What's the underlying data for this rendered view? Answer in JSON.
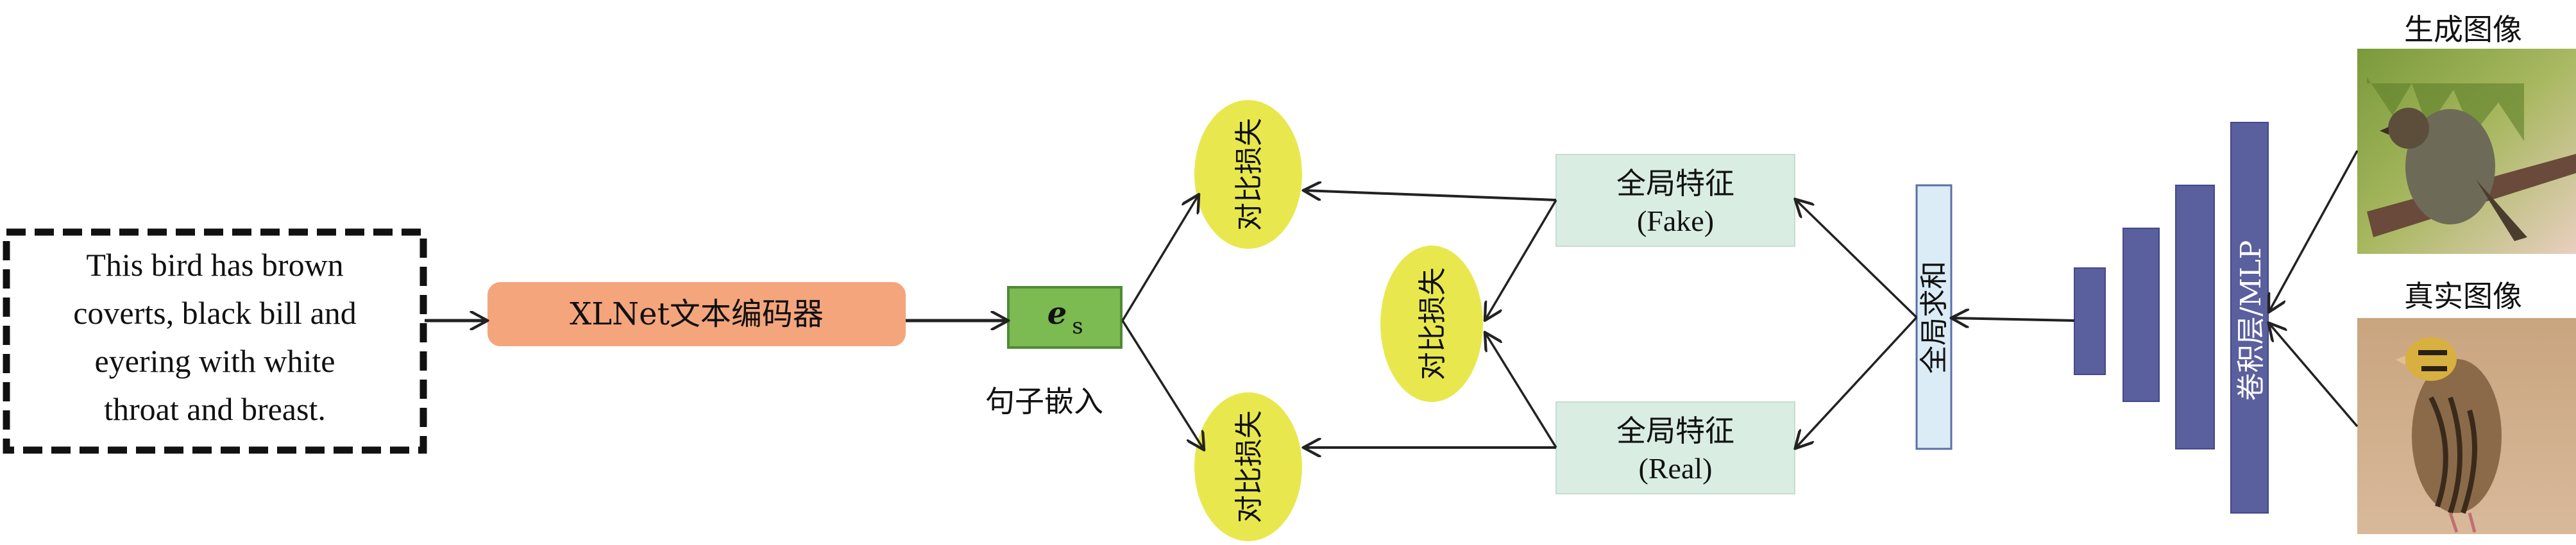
{
  "input_text": {
    "lines": [
      "This bird has brown",
      "coverts, black bill and",
      "eyering with white",
      "throat and breast."
    ]
  },
  "encoder": {
    "label": "XLNet文本编码器"
  },
  "sentence_embedding": {
    "symbol": "e",
    "subscript": "s",
    "caption": "句子嵌入"
  },
  "losses": {
    "top": "对比损失",
    "middle": "对比损失",
    "bottom": "对比损失"
  },
  "global_features": {
    "fake": {
      "title": "全局特征",
      "sub": "(Fake)"
    },
    "real": {
      "title": "全局特征",
      "sub": "(Real)"
    }
  },
  "global_sum": {
    "label": "全局求和"
  },
  "conv_mlp": {
    "label": "卷积层/MLP"
  },
  "images": {
    "generated": "生成图像",
    "real": "真实图像"
  },
  "colors": {
    "encoder": "#f4a57c",
    "embedding": "#7cba52",
    "loss": "#e8e84e",
    "feature": "#d9ede3",
    "sum": "#dcecf6",
    "conv": "#5a5f9e"
  }
}
